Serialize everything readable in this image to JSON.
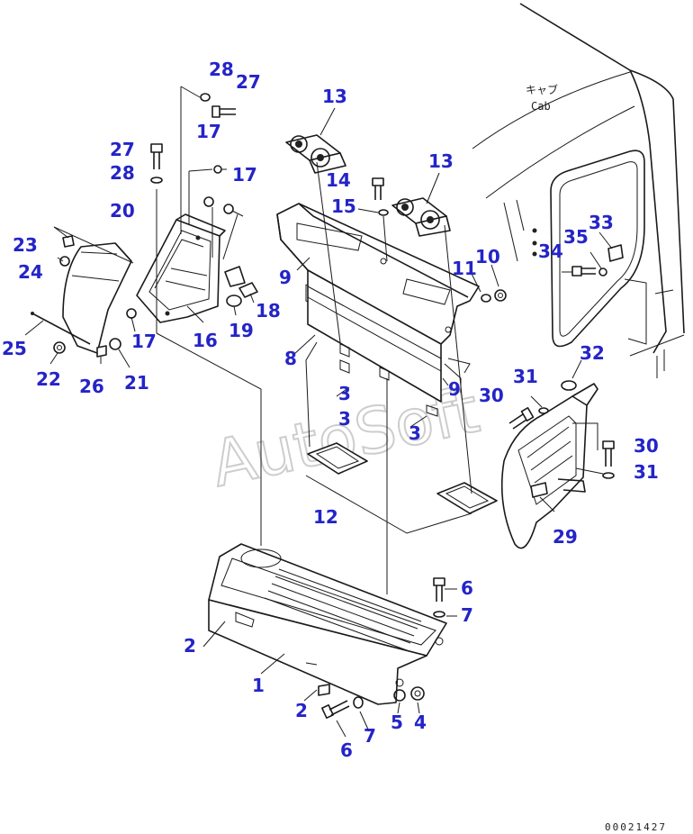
{
  "cab_label_jp": "キャブ",
  "cab_label_en": "Cab",
  "watermark": "AutoSoft",
  "drawing_code": "00021427",
  "callouts": {
    "c1": "1",
    "c2a": "2",
    "c2b": "2",
    "c3a": "3",
    "c3b": "3",
    "c3c": "3",
    "c4": "4",
    "c5": "5",
    "c6a": "6",
    "c6b": "6",
    "c7a": "7",
    "c7b": "7",
    "c8": "8",
    "c9a": "9",
    "c9b": "9",
    "c10": "10",
    "c11": "11",
    "c12": "12",
    "c13a": "13",
    "c13b": "13",
    "c14": "14",
    "c15": "15",
    "c16": "16",
    "c17a": "17",
    "c17b": "17",
    "c17c": "17",
    "c18": "18",
    "c19": "19",
    "c20": "20",
    "c21": "21",
    "c22": "22",
    "c23": "23",
    "c24": "24",
    "c25": "25",
    "c26": "26",
    "c27a": "27",
    "c27b": "27",
    "c28a": "28",
    "c28b": "28",
    "c29": "29",
    "c30a": "30",
    "c30b": "30",
    "c31a": "31",
    "c31b": "31",
    "c32": "32",
    "c33": "33",
    "c34": "34",
    "c35": "35"
  }
}
